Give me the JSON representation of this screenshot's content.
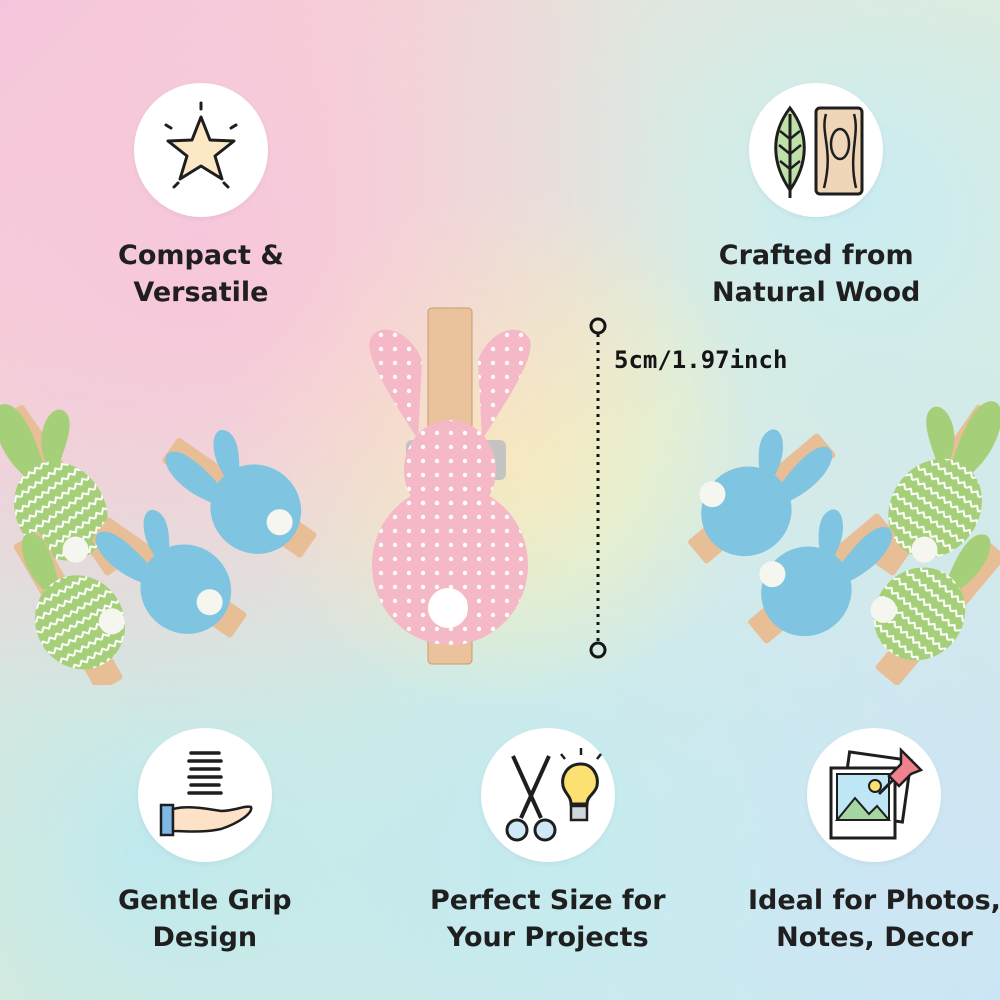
{
  "features": {
    "compact": {
      "line1": "Compact &",
      "line2": "Versatile",
      "icon": "star-icon"
    },
    "wood": {
      "line1": "Crafted from",
      "line2": "Natural Wood",
      "icon": "leaf-wood-icon"
    },
    "grip": {
      "line1": "Gentle Grip",
      "line2": "Design",
      "icon": "spring-hand-icon"
    },
    "size": {
      "line1": "Perfect Size for",
      "line2": "Your Projects",
      "icon": "scissors-bulb-icon"
    },
    "ideal": {
      "line1": "Ideal for Photos,",
      "line2": "Notes, Decor",
      "icon": "photo-pin-icon"
    }
  },
  "measurement": {
    "text": "5cm/1.97inch"
  },
  "colors": {
    "pink_bunny": "#f4b8c6",
    "blue_bunny": "#7fc4e0",
    "green_bunny": "#a6cf7a",
    "wood": "#e9bf98"
  }
}
